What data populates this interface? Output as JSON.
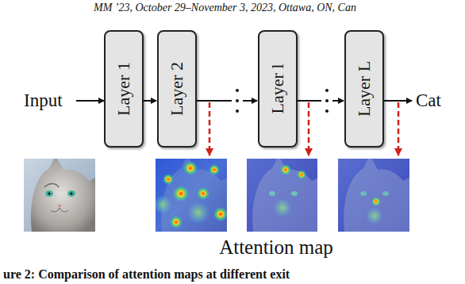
{
  "diagram": {
    "caption": "ure 2: Comparison of attention maps at different exit",
    "nodes": [
      {
        "text": [
          "Layer 1"
        ]
      },
      {
        "text": [
          "Layer 2"
        ]
      },
      {
        "text": [
          "Layer l"
        ]
      },
      {
        "text": [
          "Layer L"
        ]
      }
    ],
    "edges": [
      {
        "from": 0,
        "to": 1,
        "arrow": "to"
      },
      {
        "from": 1,
        "to": 2,
        "arrow": "to"
      },
      {
        "from": 2,
        "to": 3,
        "arrow": "to"
      }
    ],
    "labels": [
      "MM ’23, October 29–November 3, 2023, Ottawa, ON, Can",
      "Input",
      "Cat",
      "Attention map"
    ]
  }
}
